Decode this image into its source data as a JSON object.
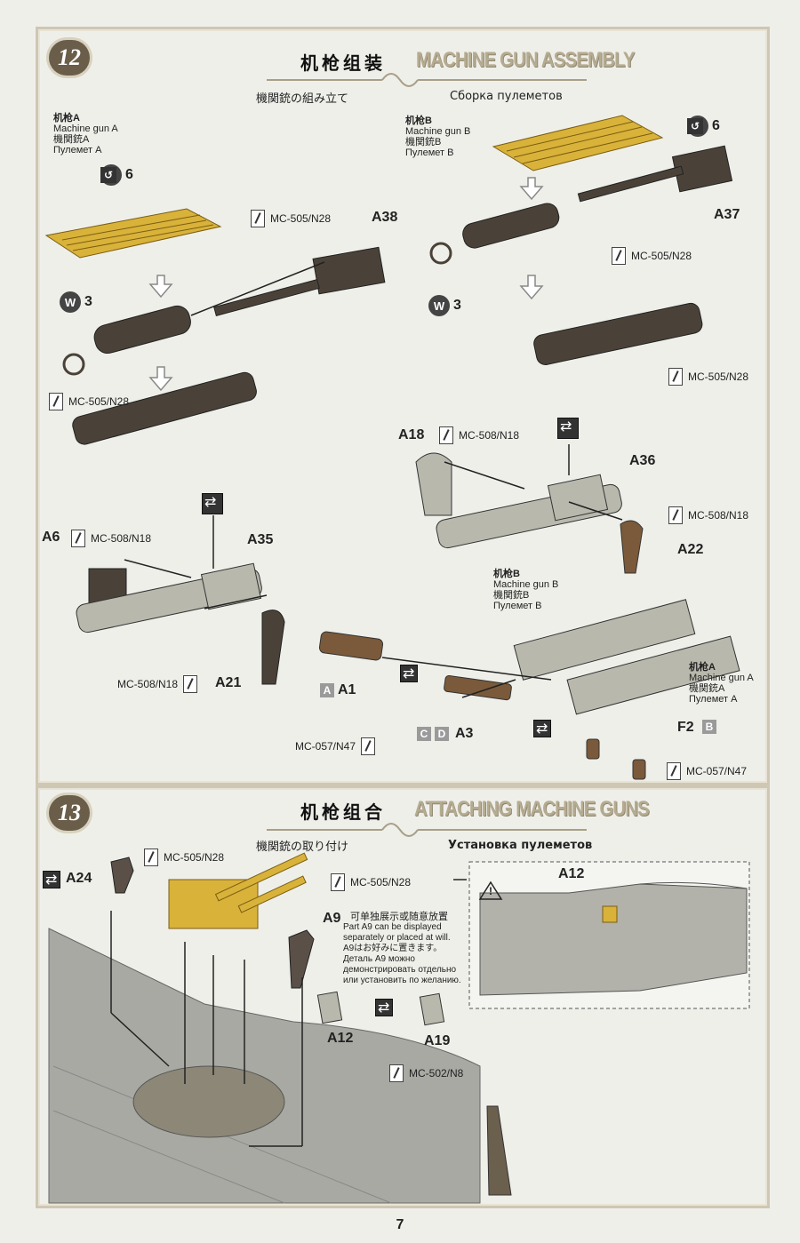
{
  "step12": {
    "number": "12",
    "title_cn": "机枪组装",
    "title_en": "MACHINE GUN ASSEMBLY",
    "subtitle_jp": "機関銃の組み立て",
    "subtitle_ru": "Сборка пулеметов",
    "gun_a_label": {
      "cn": "机枪A",
      "en": "Machine gun A",
      "jp": "機関銃A",
      "ru": "Пулемет A"
    },
    "gun_b_label": {
      "cn": "机枪B",
      "en": "Machine gun B",
      "jp": "機関銃B",
      "ru": "Пулемет B"
    },
    "gun_b_label2": {
      "cn": "机枪B",
      "en": "Machine gun B",
      "jp": "機関銃B",
      "ru": "Пулемет B"
    },
    "gun_a_label2": {
      "cn": "机枪A",
      "en": "Machine gun A",
      "jp": "機関銃A",
      "ru": "Пулемет A"
    },
    "w6": "6",
    "w3": "3",
    "parts": {
      "a38": "A38",
      "a37": "A37",
      "a18": "A18",
      "a36": "A36",
      "a6": "A6",
      "a35": "A35",
      "a22": "A22",
      "a21": "A21",
      "a1": "A1",
      "a3": "A3",
      "f2": "F2"
    },
    "paints": {
      "mc505": "MC-505/N28",
      "mc508": "MC-508/N18",
      "mc057": "MC-057/N47"
    },
    "sprues": {
      "a": "A",
      "c": "C",
      "d": "D",
      "b": "B"
    }
  },
  "step13": {
    "number": "13",
    "title_cn": "机枪组合",
    "title_en": "ATTACHING MACHINE GUNS",
    "subtitle_jp": "機関銃の取り付け",
    "subtitle_ru": "Установка пулеметов",
    "parts": {
      "a24": "A24",
      "a9": "A9",
      "a12": "A12",
      "a19": "A19",
      "a12b": "A12"
    },
    "paints": {
      "mc505": "MC-505/N28",
      "mc502": "MC-502/N8"
    },
    "a9_note": {
      "cn": "可单独展示或随意放置",
      "en1": "Part A9 can be displayed",
      "en2": "separately or placed at will.",
      "jp": "A9はお好みに置きます。",
      "ru1": "Деталь A9 можно",
      "ru2": "демонстрировать отдельно",
      "ru3": "или установить по желанию."
    },
    "warn": "!"
  },
  "page_number": "7",
  "colors": {
    "gun_dark": "#4a4238",
    "gun_light": "#b9b8ad",
    "brass": "#d9b23a",
    "wood": "#7a5a3a",
    "plane": "#a9a9a4"
  }
}
